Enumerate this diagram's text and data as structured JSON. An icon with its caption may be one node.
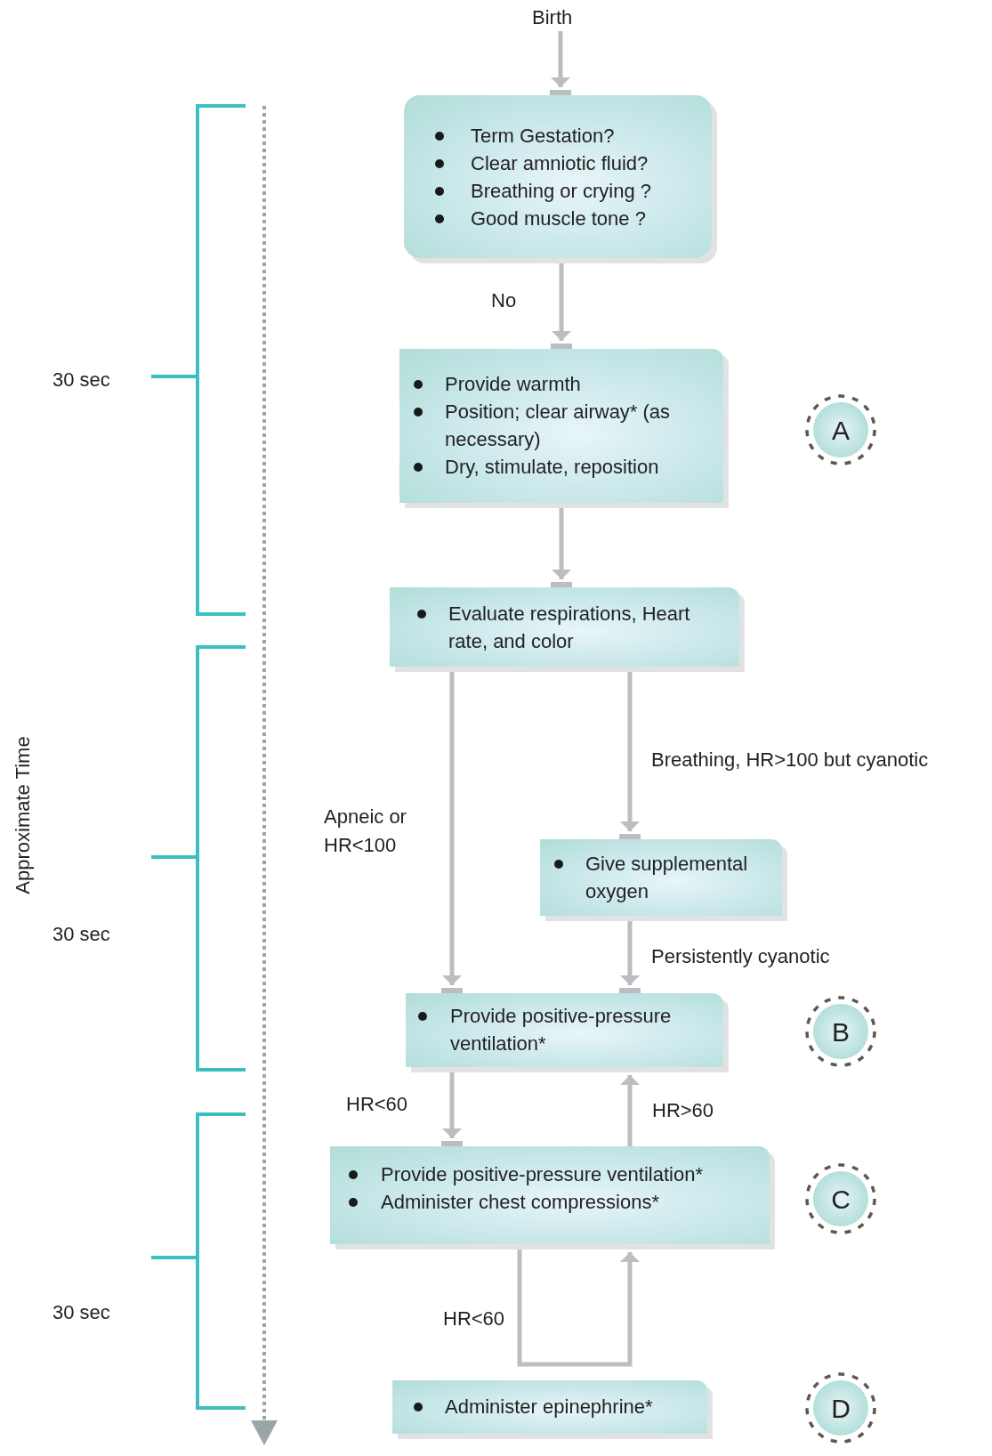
{
  "diagram": {
    "nodes": [
      {
        "text": [
          "Birth"
        ]
      },
      {
        "text": [
          "Term Gestation?",
          "Clear amniotic fluid?",
          "Breathing or crying ?",
          "Good muscle tone ?"
        ]
      },
      {
        "text": [
          "Provide warmth",
          "Position; clear airway* (as necessary)",
          "Dry, stimulate, reposition"
        ]
      },
      {
        "text": [
          "Evaluate respirations, Heart rate, and color"
        ]
      },
      {
        "text": [
          "Give supplemental oxygen"
        ]
      },
      {
        "text": [
          "Provide positive-pressure ventilation*"
        ]
      },
      {
        "text": [
          "Provide positive-pressure ventilation*",
          "Administer chest compressions*"
        ]
      },
      {
        "text": [
          "Administer epinephrine*"
        ]
      },
      {
        "text": [
          "A"
        ]
      },
      {
        "text": [
          "B"
        ]
      },
      {
        "text": [
          "C"
        ]
      },
      {
        "text": [
          "D"
        ]
      }
    ],
    "edges": [
      {
        "from": 0,
        "to": 1,
        "arrow": "to"
      },
      {
        "from": 1,
        "to": 2,
        "arrow": "to",
        "label": "No"
      },
      {
        "from": 2,
        "to": 3,
        "arrow": "to"
      },
      {
        "from": 3,
        "to": 5,
        "arrow": "to",
        "label": "Apneic or HR<100"
      },
      {
        "from": 3,
        "to": 4,
        "arrow": "to",
        "label": "Breathing, HR>100 but cyanotic"
      },
      {
        "from": 4,
        "to": 5,
        "arrow": "to",
        "label": "Persistently cyanotic"
      },
      {
        "from": 5,
        "to": 6,
        "arrow": "to",
        "label": "HR<60"
      },
      {
        "from": 6,
        "to": 5,
        "arrow": "to",
        "label": "HR>60"
      },
      {
        "from": 6,
        "to": 6,
        "arrow": "to",
        "label": "HR<60"
      }
    ],
    "labels": [
      "30 sec",
      "Approximate Time",
      "30 sec",
      "30 sec"
    ]
  }
}
